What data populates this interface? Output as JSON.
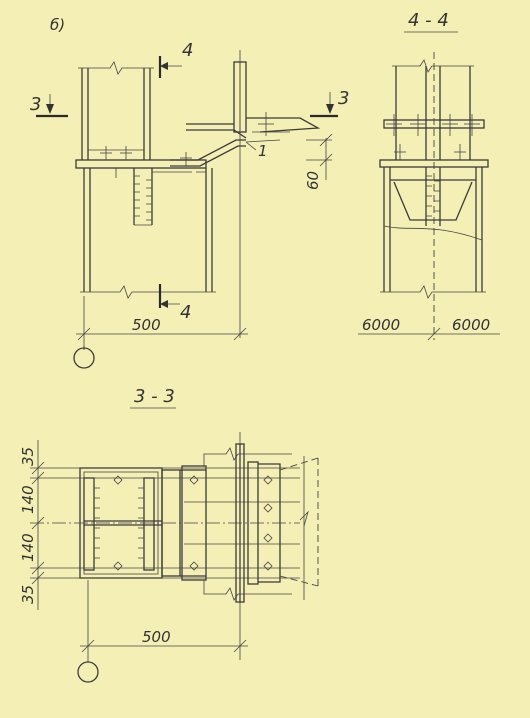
{
  "labels": {
    "sub_b": "б)",
    "section_44_title": "4 - 4",
    "section_33_title": "3 - 3",
    "cut_4": "4",
    "cut_3": "3",
    "item_1": "1"
  },
  "dimensions": {
    "d500": "500",
    "d60": "60",
    "d6000": "6000",
    "d35": "35",
    "d140": "140"
  },
  "colors": {
    "paper": "#f4efb4",
    "ink": "#3a3a3a"
  }
}
